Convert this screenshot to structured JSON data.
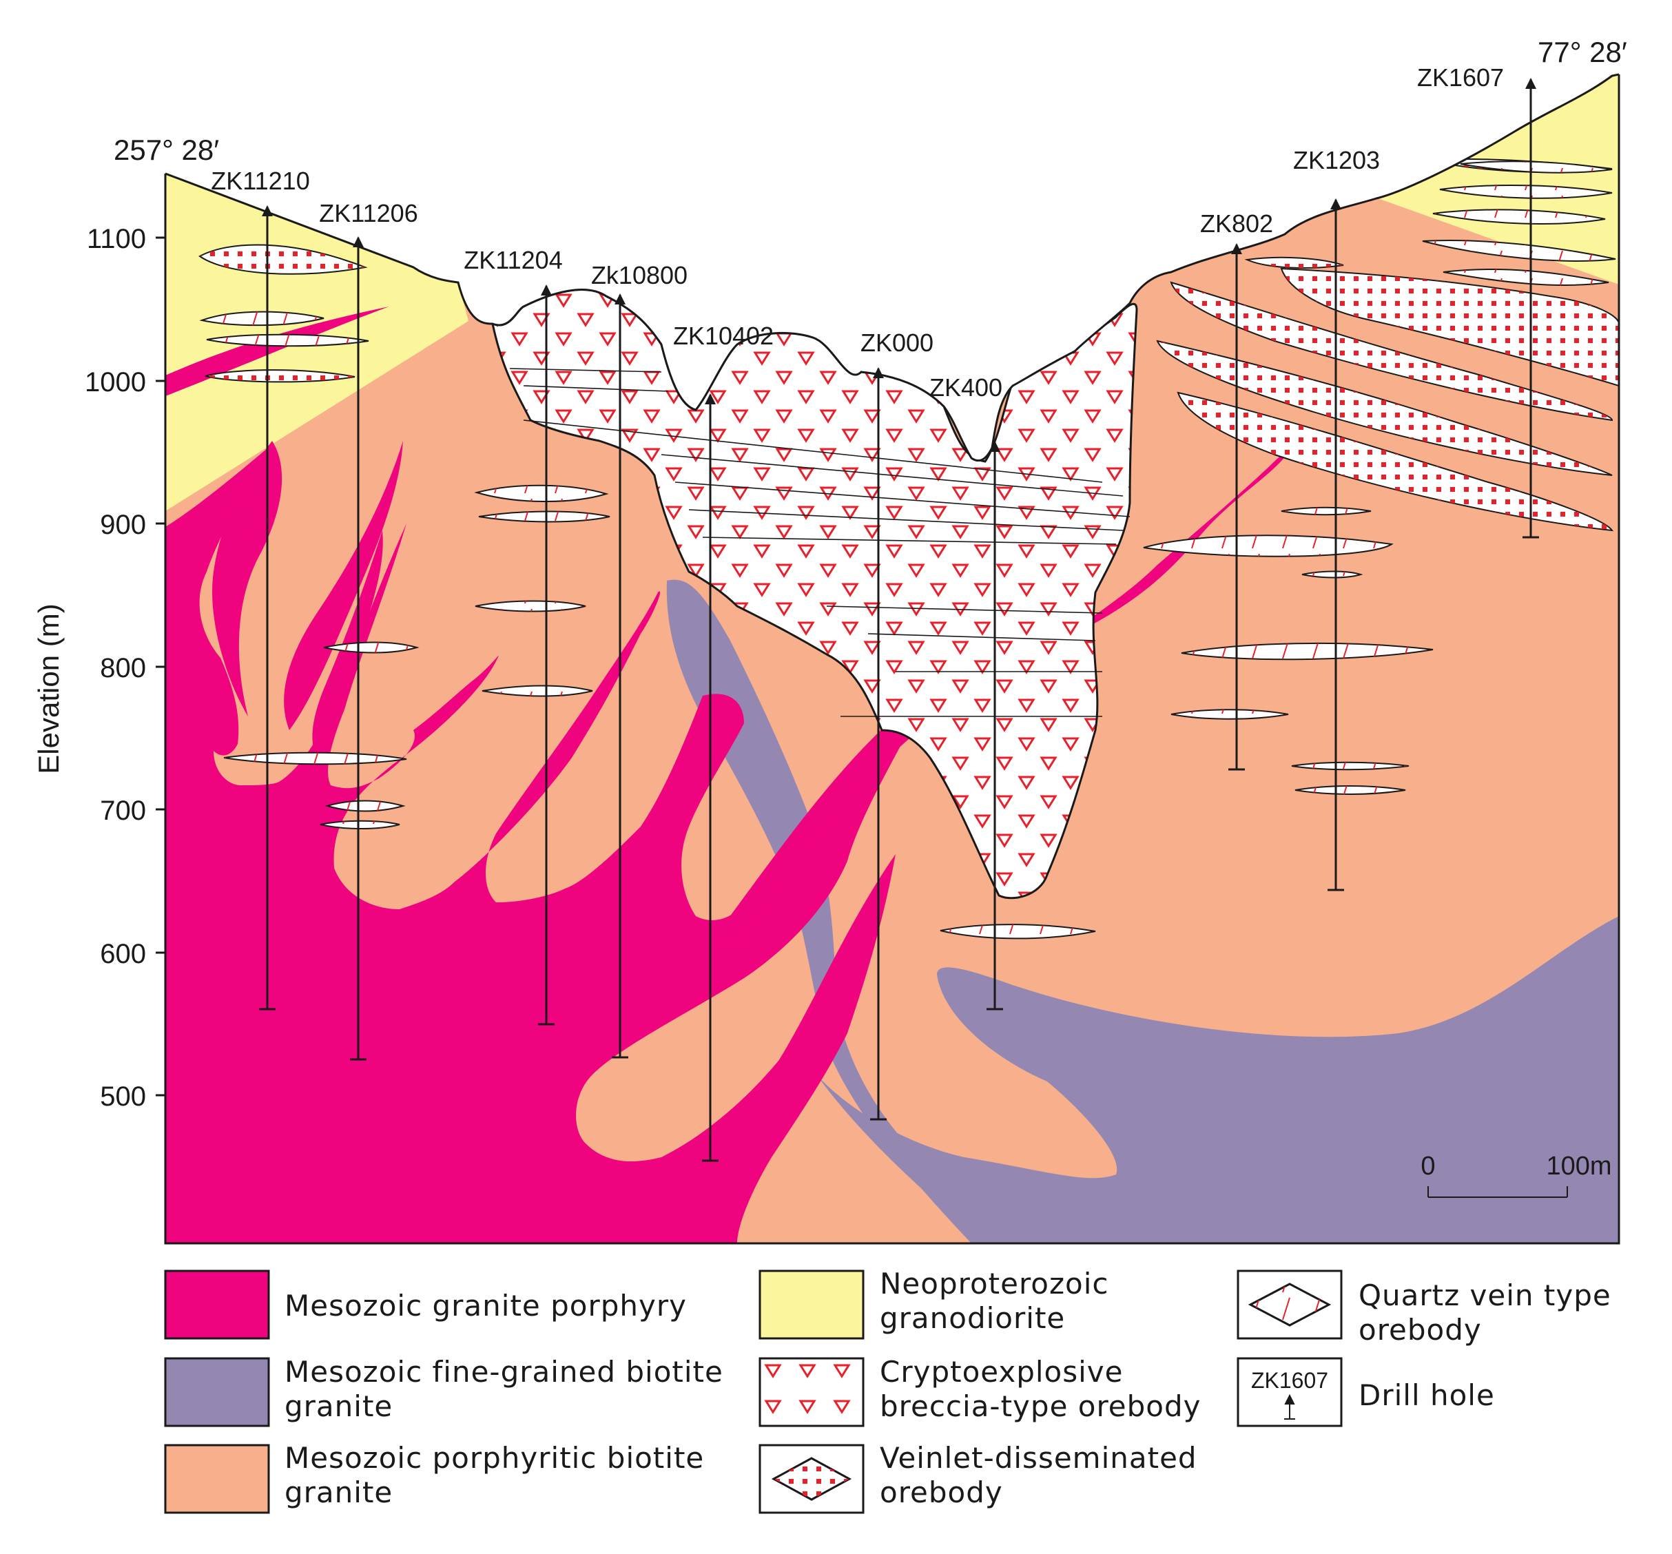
{
  "section": {
    "orientation_left": "257° 28′",
    "orientation_right": "77° 28′",
    "axis_label": "Elevation (m)",
    "elevation_ticks": [
      "1100",
      "1000",
      "900",
      "800",
      "700",
      "600",
      "500"
    ],
    "scale_bar": {
      "start": "0",
      "end": "100m"
    }
  },
  "drill_holes": [
    {
      "id": "ZK11210"
    },
    {
      "id": "ZK11206"
    },
    {
      "id": "ZK11204"
    },
    {
      "id": "Zk10800"
    },
    {
      "id": "ZK10402"
    },
    {
      "id": "ZK000"
    },
    {
      "id": "ZK400"
    },
    {
      "id": "ZK802"
    },
    {
      "id": "ZK1203"
    },
    {
      "id": "ZK1607"
    }
  ],
  "colors": {
    "granite_porphyry": "#F0037F",
    "biotite_granite_fine": "#9488B2",
    "biotite_granite_porphyritic": "#F8B08C",
    "granodiorite": "#FBF59B",
    "breccia_bg": "#FFFFFF",
    "ore_red": "#E8202A"
  },
  "legend": [
    {
      "key": "granite_porphyry",
      "line1": "Mesozoic granite porphyry",
      "line2": ""
    },
    {
      "key": "biotite_granite_fine",
      "line1": "Mesozoic fine-grained biotite",
      "line2": "granite"
    },
    {
      "key": "biotite_granite_porphyritic",
      "line1": "Mesozoic porphyritic biotite",
      "line2": "granite"
    },
    {
      "key": "granodiorite",
      "line1": "Neoproterozoic",
      "line2": "granodiorite"
    },
    {
      "key": "breccia",
      "line1": "Cryptoexplosive",
      "line2": "breccia-type  orebody"
    },
    {
      "key": "veinlet",
      "line1": "Veinlet-disseminated",
      "line2": "orebody"
    },
    {
      "key": "quartz_vein",
      "line1": "Quartz vein type",
      "line2": "orebody"
    },
    {
      "key": "drill_hole",
      "line1": "Drill hole",
      "line2": "",
      "sample_id": "ZK1607"
    }
  ]
}
